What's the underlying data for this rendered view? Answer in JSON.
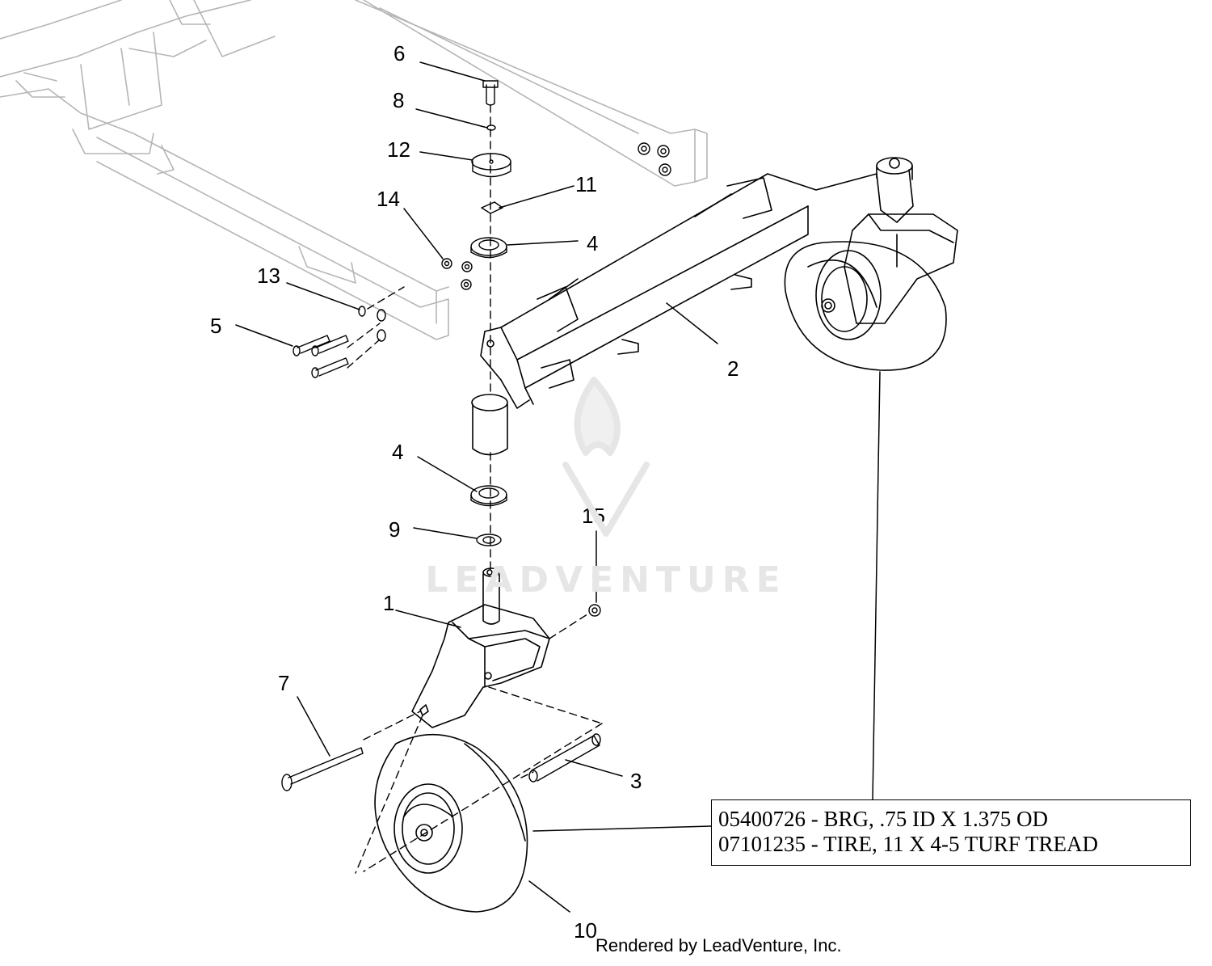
{
  "callouts": [
    {
      "id": "1",
      "label": "1"
    },
    {
      "id": "2",
      "label": "2"
    },
    {
      "id": "3",
      "label": "3"
    },
    {
      "id": "4a",
      "label": "4"
    },
    {
      "id": "4b",
      "label": "4"
    },
    {
      "id": "5",
      "label": "5"
    },
    {
      "id": "6",
      "label": "6"
    },
    {
      "id": "7",
      "label": "7"
    },
    {
      "id": "8",
      "label": "8"
    },
    {
      "id": "9",
      "label": "9"
    },
    {
      "id": "10",
      "label": "10"
    },
    {
      "id": "11",
      "label": "11"
    },
    {
      "id": "12",
      "label": "12"
    },
    {
      "id": "13",
      "label": "13"
    },
    {
      "id": "14",
      "label": "14"
    },
    {
      "id": "15",
      "label": "15"
    }
  ],
  "parts_box": {
    "lines": [
      "05400726 - BRG, .75 ID X 1.375 OD",
      "07101235 - TIRE, 11 X 4-5 TURF TREAD"
    ]
  },
  "watermark": "LEADVENTURE",
  "footer": "Rendered by LeadVenture, Inc."
}
